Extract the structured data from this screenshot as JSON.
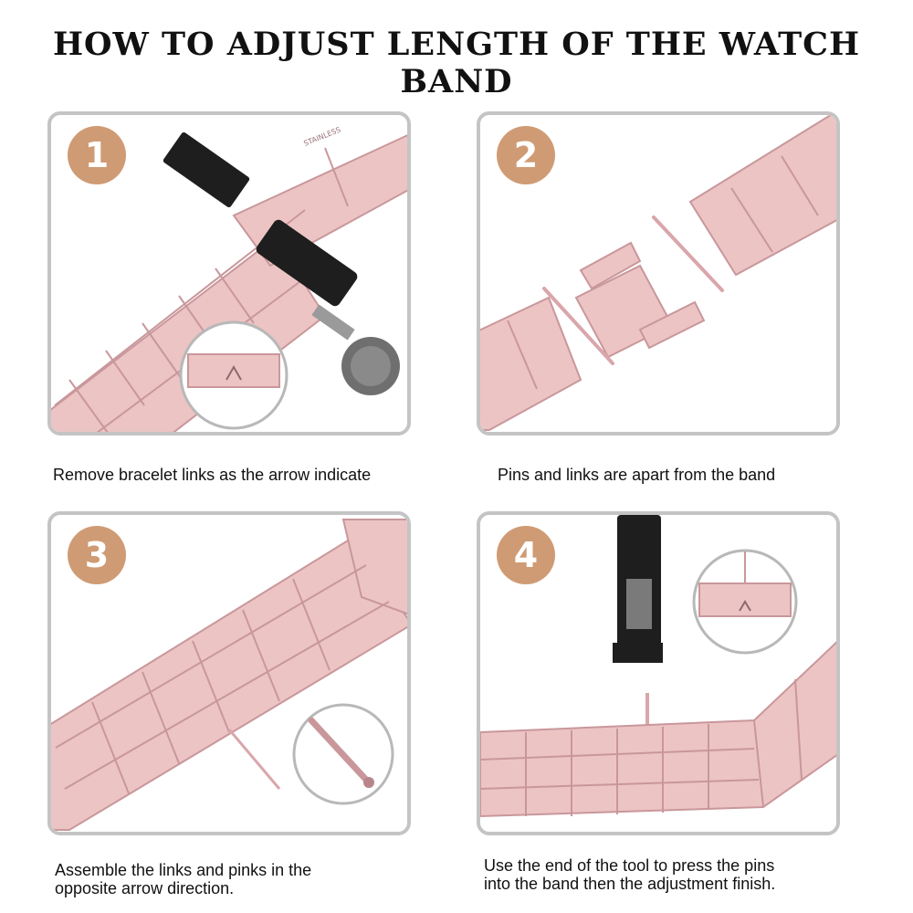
{
  "title": "HOW TO ADJUST LENGTH OF THE WATCH BAND",
  "steps": [
    {
      "number": "1",
      "caption": "Remove bracelet links as the arrow indicate",
      "band_text": "STAINLESS"
    },
    {
      "number": "2",
      "caption": "Pins and links are apart from the band"
    },
    {
      "number": "3",
      "caption_line1": "Assemble the links and pinks in the",
      "caption_line2": "opposite arrow direction."
    },
    {
      "number": "4",
      "caption_line1": "Use the end of the tool to press the pins",
      "caption_line2": "into the band then the adjustment finish."
    }
  ],
  "colors": {
    "band": "#ecc4c4",
    "band_edge": "#c9979b",
    "badge": "#cf9b74",
    "tool": "#1e1e1e",
    "panel_border": "#c4c4c4"
  }
}
